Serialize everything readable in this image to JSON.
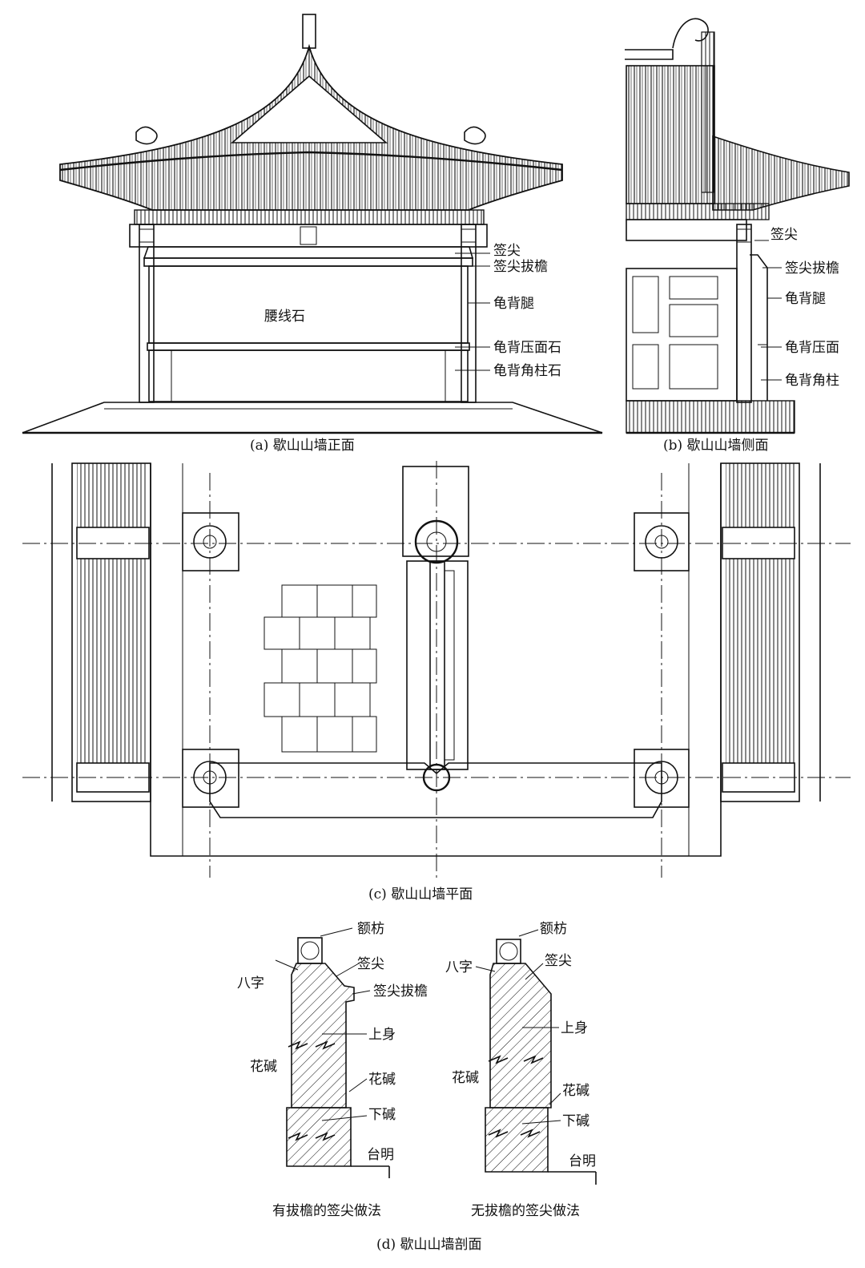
{
  "panel_a": {
    "caption": "(a) 歇山山墙正面",
    "wall_label": "腰线石",
    "labels": [
      "签尖",
      "签尖拔檐",
      "龟背腿",
      "龟背压面石",
      "龟背角柱石"
    ]
  },
  "panel_b": {
    "caption": "(b) 歇山山墙侧面",
    "labels": [
      "签尖",
      "签尖拔檐",
      "龟背腿",
      "龟背压面",
      "龟背角柱"
    ]
  },
  "panel_c": {
    "caption": "(c) 歇山山墙平面"
  },
  "panel_d": {
    "caption": "(d) 歇山山墙剖面",
    "left": {
      "subcaption": "有拔檐的签尖做法",
      "labels": [
        "额枋",
        "八字",
        "签尖",
        "签尖拔檐",
        "上身",
        "花碱",
        "花碱",
        "下碱",
        "台明"
      ]
    },
    "right": {
      "subcaption": "无拔檐的签尖做法",
      "labels": [
        "额枋",
        "八字",
        "签尖",
        "上身",
        "花碱",
        "花碱",
        "下碱",
        "台明"
      ]
    }
  }
}
